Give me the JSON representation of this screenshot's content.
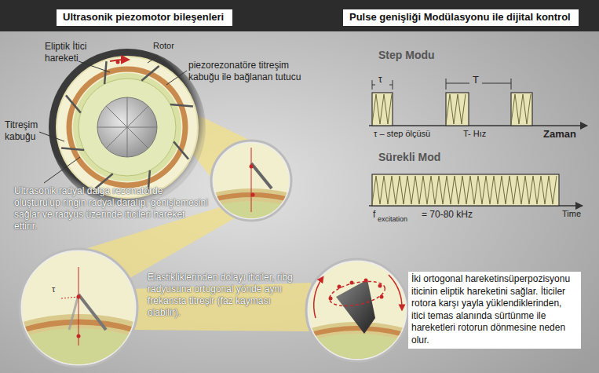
{
  "diagram": {
    "nodes": [
      {
        "text": [
          "Ultrasonik piezomotor bileşenleri"
        ]
      },
      {
        "text": [
          "Pulse genişliği Modülasyonu ile dijital kontrol"
        ]
      },
      {
        "text": [
          "İki ortogonal hareketinsüperpozisyonu iticinin eliptik hareketini sağlar. İticiler rotora karşı yayla yüklendiklerinden, itici temas alanında sürtünme ile hareketleri rotorun dönmesine neden olur."
        ]
      }
    ],
    "labels": [
      "Eliptik İtici hareketi",
      "Rotor",
      "piezorezonatöre titreşim kabuğu ile bağlanan tutucu",
      "Titreşim kabuğu",
      "Ultrasonik radyal dalga rezonatörde oluşturulup ringin radyal daralıp, genişlemesini sağlar ve radyus üzerinde iticileri hareket ettirir.",
      "τ",
      "Elastikliklerinden dolayı iticiler, ribg radyusuna ortogonal yönde aynı frekansta titreşir (faz kayması olabilir).",
      "Step Modu",
      "τ",
      "T",
      "τ – step ölçüsü",
      "T- Hız",
      "Zaman",
      "Sürekli Mod",
      "f",
      "excitation",
      "= 70-80 kHz",
      "Time"
    ]
  }
}
